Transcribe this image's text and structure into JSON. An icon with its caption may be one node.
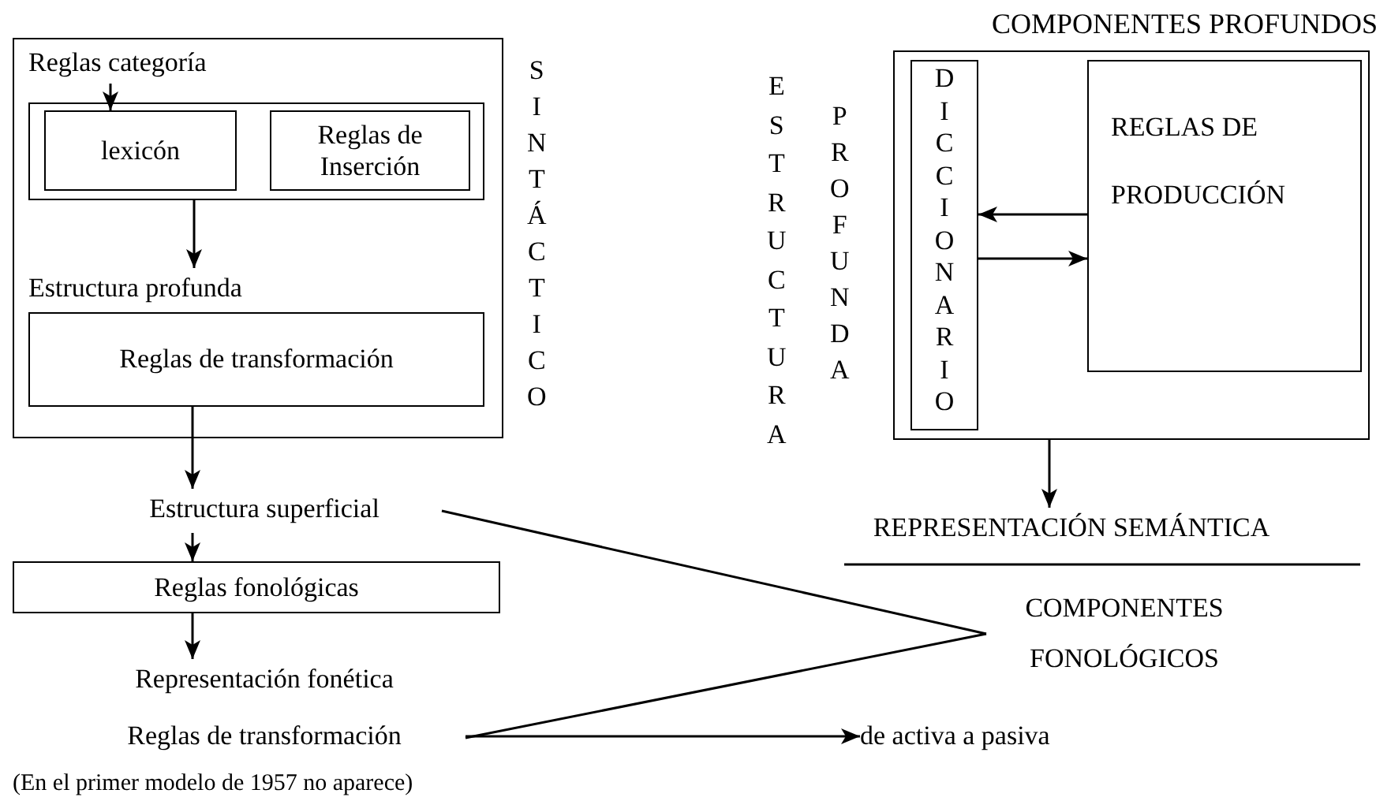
{
  "diagram": {
    "nodes": [
      {
        "text": [],
        "shape": "box"
      },
      {
        "text": [
          "Reglas categoría"
        ],
        "in": 0
      },
      {
        "text": [],
        "shape": "box",
        "in": 0
      },
      {
        "text": [
          "lexicón"
        ],
        "in": 2
      },
      {
        "text": [
          "Reglas de Inserción"
        ],
        "in": 2
      },
      {
        "text": [
          "Estructura profunda"
        ],
        "in": 0
      },
      {
        "text": [
          "Reglas de transformación"
        ],
        "in": 0
      },
      {
        "text": [
          "Estructura superficial"
        ]
      },
      {
        "text": [
          "Reglas fonológicas"
        ]
      },
      {
        "text": [
          "Representación fonética"
        ]
      },
      {
        "text": [
          "Reglas de transformación"
        ]
      },
      {
        "text": [
          "COMPONENTES PROFUNDOS"
        ]
      },
      {
        "text": [
          "DICCIONARIO"
        ],
        "in": 11
      },
      {
        "text": [
          "REGLAS DE PRODUCCIÓN"
        ],
        "in": 11
      },
      {
        "text": [
          "REPRESENTACIÓN SEMÁNTICA"
        ]
      },
      {
        "text": [
          "COMPONENTES FONOLÓGICOS"
        ]
      },
      {
        "text": [
          "de activa a pasiva"
        ]
      }
    ],
    "edges": [
      {
        "from": 1,
        "to": 3,
        "arrow": "to"
      },
      {
        "from": 2,
        "to": 5,
        "arrow": "to"
      },
      {
        "from": 6,
        "to": 7,
        "arrow": "to"
      },
      {
        "from": 7,
        "to": 8,
        "arrow": "to"
      },
      {
        "from": 8,
        "to": 9,
        "arrow": "to"
      },
      {
        "from": 13,
        "to": 12,
        "arrow": "to"
      },
      {
        "from": 12,
        "to": 13,
        "arrow": "to"
      },
      {
        "from": 11,
        "to": 14,
        "arrow": "to"
      },
      {
        "from": 7,
        "to": 15,
        "arrow": "none"
      },
      {
        "from": 10,
        "to": 15,
        "arrow": "none"
      },
      {
        "from": 10,
        "to": 16,
        "arrow": "to"
      }
    ],
    "labels": [
      "SINTÁCTICO",
      "ESTRUCTURA",
      "PROFUNDA",
      "(En el primer modelo de 1957 no aparece)"
    ]
  }
}
